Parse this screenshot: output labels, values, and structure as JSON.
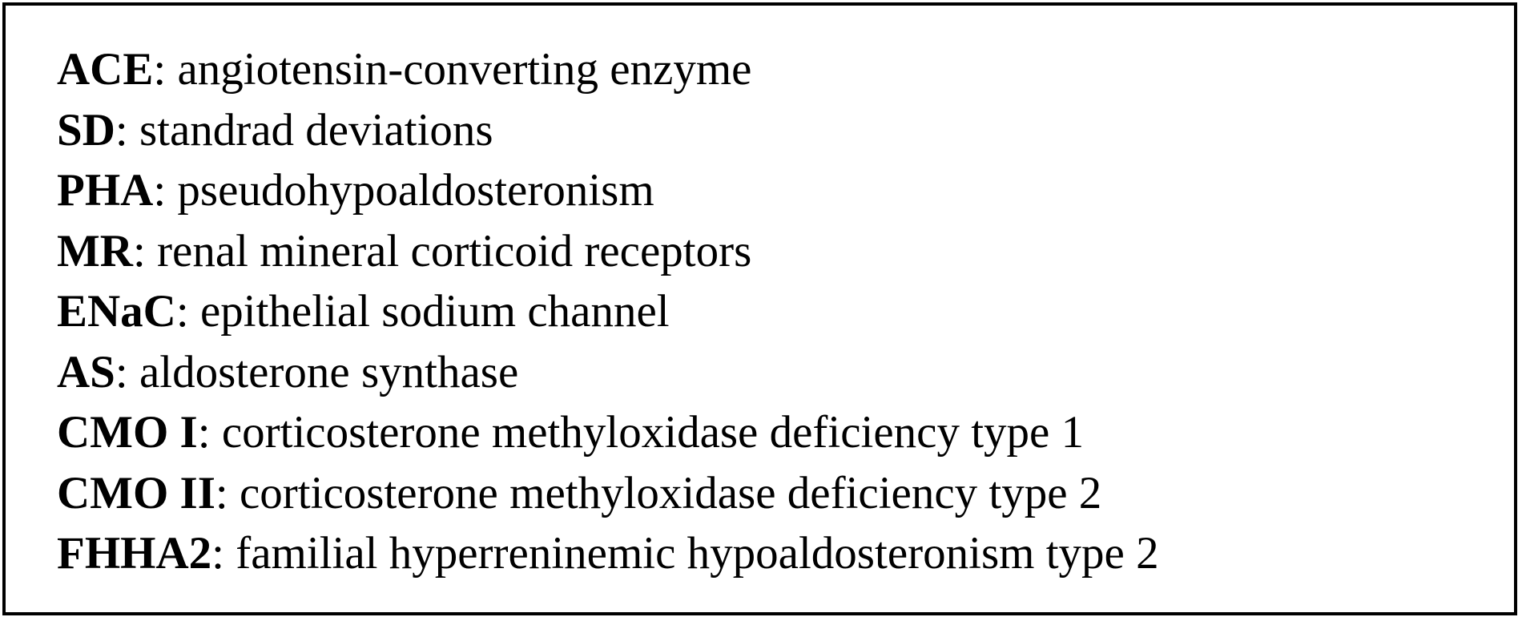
{
  "abbreviations": [
    {
      "term": "ACE",
      "definition": ": angiotensin-converting enzyme"
    },
    {
      "term": "SD",
      "definition": ": standrad deviations"
    },
    {
      "term": "PHA",
      "definition": ": pseudohypoaldosteronism"
    },
    {
      "term": "MR",
      "definition": ": renal mineral corticoid receptors"
    },
    {
      "term": "ENaC",
      "definition": ": epithelial sodium channel"
    },
    {
      "term": "AS",
      "definition": ": aldosterone synthase"
    },
    {
      "term": "CMO I",
      "definition": ": corticosterone methyloxidase deficiency type 1"
    },
    {
      "term": "CMO II",
      "definition": ": corticosterone methyloxidase deficiency type 2"
    },
    {
      "term": "FHHA2",
      "definition": ": familial hyperreninemic hypoaldosteronism type 2"
    }
  ]
}
